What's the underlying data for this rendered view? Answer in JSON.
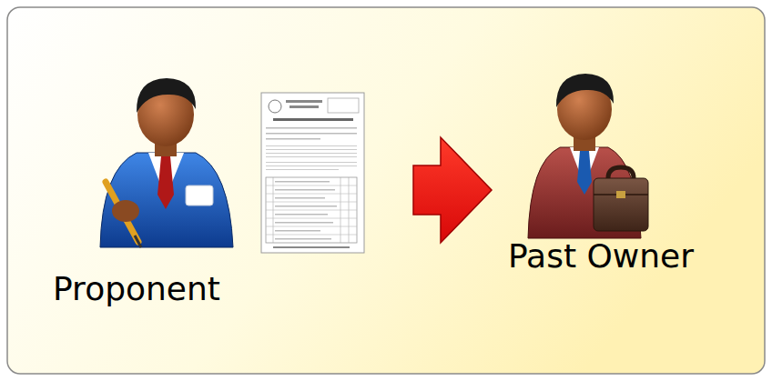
{
  "diagram": {
    "nodes": [
      {
        "text": [
          "Proponent"
        ]
      },
      {
        "text": [
          "Past Owner"
        ]
      }
    ],
    "edges": [
      {
        "from": 0,
        "to": 1,
        "arrow": "to"
      }
    ]
  }
}
